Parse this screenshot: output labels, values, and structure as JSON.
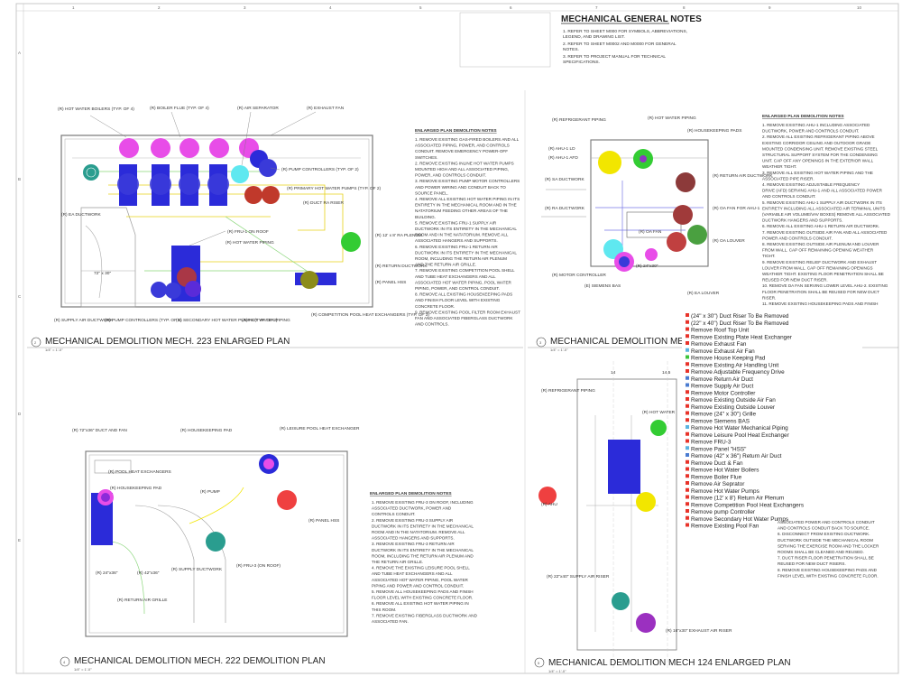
{
  "general_notes": {
    "title": "MECHANICAL GENERAL NOTES",
    "items": [
      "1.  REFER TO SHEET M000 FOR SYMBOLS, ABBREVIATIONS,",
      "     LEGEND, AND DRAWING LIST.",
      "2.  REFER TO SHEET M0002 AND M0000 FOR GENERAL",
      "     NOTES.",
      "3.  REFER TO PROJECT MANUAL FOR TECHNICAL",
      "     SPECIFICATIONS."
    ]
  },
  "plans": {
    "p223": {
      "title": "MECHANICAL DEMOLITION MECH. 223 ENLARGED PLAN",
      "number": "2",
      "scale": "1/4\" = 1'-0\""
    },
    "p_right": {
      "title": "MECHANICAL DEMOLITION MECH",
      "number": "3",
      "scale": "1/4\" = 1'-0\""
    },
    "p222": {
      "title": "MECHANICAL DEMOLITION MECH. 222 DEMOLITION PLAN",
      "number": "4",
      "scale": "1/4\" = 1'-0\""
    },
    "p124": {
      "title": "MECHANICAL DEMOLITION MECH 124 ENLARGED PLAN",
      "number": "5",
      "scale": "1/4\" = 1'-0\""
    }
  },
  "demo_notes_223": {
    "title": "ENLARGED PLAN DEMOLITION NOTES",
    "items": [
      "1.  REMOVE EXISTING GAS-FIRED BOILERS AND ALL",
      "     ASSOCIATED PIPING, POWER, AND CONTROLS",
      "     CONDUIT. REMOVE EMERGENCY POWER-OFF",
      "     SWITCHES.",
      "2.  REMOVE EXISTING INLINE HOT WATER PUMPS",
      "     MOUNTED HIGH AND ALL ASSOCIATED PIPING,",
      "     POWER, AND CONTROLS CONDUIT.",
      "3.  REMOVE EXISTING PUMP MOTOR CONTROLLERS",
      "     AND POWER WIRING AND CONDUIT BACK TO",
      "     SOURCE PANEL.",
      "4.  REMOVE ALL EXISTING HOT WATER PIPING IN ITS",
      "     ENTIRETY IN THE MECHANICAL ROOM AND IN THE",
      "     NATATORIUM FEEDING OTHER AREAS OF THE",
      "     BUILDING.",
      "5.  REMOVE EXISTING FRU-1 SUPPLY AIR",
      "     DUCTWORK IN ITS ENTIRETY IN THE MECHANICAL",
      "     ROOM AND IN THE NATATORIUM. REMOVE ALL",
      "     ASSOCIATED HANGERS AND SUPPORTS.",
      "6.  REMOVE EXISTING FRU-1 RETURN AIR",
      "     DUCTWORK IN ITS ENTIRETY IN THE MECHANICAL",
      "     ROOM, INCLUDING THE RETURN AIR PLENUM",
      "     AND THE RETURN AIR GRILLE.",
      "7.  REMOVE EXISTING COMPETITION POOL SHELL",
      "     AND TUBE HEAT EXCHANGERS AND ALL",
      "     ASSOCIATED HOT WATER PIPING, POOL WATER",
      "     PIPING, POWER, AND CONTROL CONDUIT.",
      "8.  REMOVE ALL EXISTING HOUSEKEEPING PADS",
      "     AND FINISH FLOOR LEVEL WITH EXISTING",
      "     CONCRETE FLOOR.",
      "9.  REMOVE EXISTING POOL FILTER ROOM EXHAUST",
      "     FAN AND ASSOCIATED FIBERGLASS DUCTWORK",
      "     AND CONTROLS."
    ]
  },
  "demo_notes_right": {
    "title": "ENLARGED PLAN DEMOLITION NOTES",
    "items": [
      "1.  REMOVE EXISTING AHU-1 INCLUDING ASSOCIATED",
      "     DUCTWORK, POWER AND CONTROLS CONDUIT.",
      "2.  REMOVE ALL EXISTING REFRIGERANT PIPING ABOVE",
      "     EXISTING CORRIDOR CEILING AND OUTDOOR GRADE",
      "     MOUNTED CONDENSING UNIT. REMOVE EXISTING STEEL",
      "     STRUCTURAL SUPPORT SYSTEM FOR THE CONDENSING",
      "     UNIT. CAP OFF ANY OPENINGS IN THE EXTERIOR WALL",
      "     WEATHER TIGHT.",
      "3.  REMOVE ALL EXISTING HOT WATER PIPING AND THE",
      "     ASSOCIATED PIPE RISER.",
      "4.  REMOVE EXISTING ADJUSTABLE FREQUENCY",
      "     DRIVE (AFD) SERVING AHU-1 AND ALL ASSOCIATED POWER",
      "     AND CONTROLS CONDUIT.",
      "5.  REMOVE EXISTING AHU-1 SUPPLY AIR DUCTWORK IN ITS",
      "     ENTIRETY INCLUDING ALL ASSOCIATED AIR TERMINAL UNITS",
      "     (VARIABLE AIR VOLUME/VAV BOXES) REMOVE ALL ASSOCIATED",
      "     DUCTWORK HANGERS AND SUPPORTS.",
      "6.  REMOVE ALL EXISTING AHU-1 RETURN AIR DUCTWORK.",
      "7.  REMOVE EXISTING OUTSIDE AIR FAN AND ALL ASSOCIATED",
      "     POWER AND CONTROLS CONDUIT.",
      "8.  REMOVE EXISTING OUTSIDE AIR PLENUM AND LOUVER",
      "     FROM WALL. CAP OFF REMAINING OPENING WEATHER",
      "     TIGHT.",
      "9.  REMOVE EXISTING RELIEF DUCTWORK AND EXHAUST",
      "     LOUVER FROM WALL. CAP OFF REMAINING OPENINGS",
      "     WEATHER TIGHT. EXISTING FLOOR PENETRATION SHALL BE",
      "     REUSED FOR NEW DUCT RISER.",
      "10. REMOVE DA FAN SERVING LOWER LEVEL AHU-2. EXISTING",
      "     FLOOR PENETRATION SHALL BE REUSED FOR NEW DUCT",
      "     RISER.",
      "11. REMOVE EXISTING HOUSEKEEPING PADS AND FINISH"
    ]
  },
  "demo_notes_222": {
    "title": "ENLARGED PLAN DEMOLITION NOTES",
    "items": [
      "1.  REMOVE EXISTING FRU-3 ON ROOF, INCLUDING",
      "     ASSOCIATED DUCTWORK, POWER AND",
      "     CONTROLS CONDUIT.",
      "2.  REMOVE EXISTING FRU-3 SUPPLY AIR",
      "     DUCTWORK IN ITS ENTIRETY IN THE MECHANICAL",
      "     ROOM AND IN THE NATATORIUM. REMOVE ALL",
      "     ASSOCIATED HANGERS AND SUPPORTS.",
      "3.  REMOVE EXISTING FRU-3 RETURN AIR",
      "     DUCTWORK IN ITS ENTIRETY IN THE MECHANICAL",
      "     ROOM, INCLUDING THE RETURN AIR PLENUM AND",
      "     THE RETURN AIR GRILLE.",
      "4.  REMOVE THE EXISTING LEISURE POOL SHELL",
      "     AND TUBE HEAT EXCHANGERS AND ALL",
      "     ASSOCIATED HOT WATER PIPING, POOL WATER",
      "     PIPING AND POWER AND CONTROL CONDUIT.",
      "5.  REMOVE ALL HOUSEKEEPING PADS AND FINISH",
      "     FLOOR LEVEL WITH EXISTING CONCRETE FLOOR.",
      "6.  REMOVE ALL EXISTING HOT WATER PIPING IN",
      "     THIS ROOM.",
      "7.  REMOVE EXISTING FIBERGLASS DUCTWORK AND",
      "     ASSOCIATED FAN."
    ]
  },
  "demo_notes_124": {
    "items": [
      "     ASSOCIATED POWER AND CONTROLS CONDUIT",
      "     AND CONTROLS CONDUIT BACK TO SOURCE.",
      "6.  DISCONNECT FROM EXISTING DUCTWORK.",
      "     DUCTWORK OUTSIDE THE MECHANICAL ROOM",
      "     SERVING THE EXERCISE ROOM AND THE LOCKER",
      "     ROOMS SHALL BE CLEANED AND REUSED.",
      "7.  DUCT RISER FLOOR PENETRATION SHALL BE",
      "     REUSED FOR NEW DUCT RISERS.",
      "8.  REMOVE EXISTING HOUSEKEEPING PADS AND",
      "     FINISH LEVEL WITH EXISTING CONCRETE FLOOR."
    ]
  },
  "legend": {
    "items": [
      {
        "label": "(24\" x 30\") Duct Riser To Be Removed",
        "color": "#e8332a"
      },
      {
        "label": "(22\" x 40\") Duct Riser To Be Removed",
        "color": "#e8332a"
      },
      {
        "label": "Remove Roof Top Unit",
        "color": "#e8332a"
      },
      {
        "label": "Remove Existing Plate Heat Exchanger",
        "color": "#e8332a"
      },
      {
        "label": "Remove Exhaust Fan",
        "color": "#e8332a"
      },
      {
        "label": "Remove Exhaust Air Fan",
        "color": "#5ab4e0"
      },
      {
        "label": "Remove House Keeping Pad",
        "color": "#3cc43c"
      },
      {
        "label": "Remove Existing Air Handling Unit",
        "color": "#e8332a"
      },
      {
        "label": "Remove Adjustable Frequency Drive",
        "color": "#e8332a"
      },
      {
        "label": "Remove Return Air Duct",
        "color": "#4a7bd0"
      },
      {
        "label": "Remove Supply Air Duct",
        "color": "#4a7bd0"
      },
      {
        "label": "Remove Motor Controller",
        "color": "#e8332a"
      },
      {
        "label": "Remove Existing Outside Air Fan",
        "color": "#e8332a"
      },
      {
        "label": "Remove Existing Outside Louver",
        "color": "#e8332a"
      },
      {
        "label": "Remove (24\" x 30\") Grille",
        "color": "#e8332a"
      },
      {
        "label": "Remove Siemens BAS",
        "color": "#e8332a"
      },
      {
        "label": "Remove Hot Water Mechanical Piping",
        "color": "#5ab4e0"
      },
      {
        "label": "Remove Leisure Pool Heat Exchanger",
        "color": "#e8332a"
      },
      {
        "label": "Remove FRU-3",
        "color": "#e8332a"
      },
      {
        "label": "Remove Panel \"HSS\"",
        "color": "#5ab4e0"
      },
      {
        "label": "Remove (42\" x 36\") Return Air Duct",
        "color": "#4a7bd0"
      },
      {
        "label": "Remove Duct & Fan",
        "color": "#e8332a"
      },
      {
        "label": "Remove Hot Water Boilers",
        "color": "#e8332a"
      },
      {
        "label": "Remove Boiler Flue",
        "color": "#e8332a"
      },
      {
        "label": "Remove Air Seprator",
        "color": "#e8332a"
      },
      {
        "label": "Remove Hot Water Pumps",
        "color": "#e8332a"
      },
      {
        "label": "Remove (12' x 8') Return Air Plenum",
        "color": "#e8332a"
      },
      {
        "label": "Remove Competition Pool Heat Exchangers",
        "color": "#e8332a"
      },
      {
        "label": "Remove pump Controller",
        "color": "#e8332a"
      },
      {
        "label": "Remove Secondary Hot Water Pumps",
        "color": "#e8332a"
      },
      {
        "label": "Remove Existing Pool Fan",
        "color": "#e8332a"
      }
    ]
  },
  "labels_223": {
    "hw_boilers": "(R) HOT WATER BOILERS (TYP. OF 4)",
    "boiler_flue": "(R) BOILER FLUE (TYP. OF 4)",
    "air_sep": "(R) AIR SEPARATOR",
    "exhaust_fan": "(R) EXHAUST FAN",
    "ea_duct": "(R) EA DUCTWORK",
    "pump_ctrl_r": "(R) PUMP CONTROLLERS (TYP. OF 2)",
    "primary_pumps": "(R) PRIMARY HOT WATER PUMPS (TYP. OF 2)",
    "duct_riser": "(R) DUCT RA RISER",
    "fru1": "(R) FRU-1 ON ROOF",
    "hw_piping": "(R) HOT WATER PIPING",
    "ra_plenum": "(R) 12' x 8' RA PLENUM",
    "return_duct": "(R) RETURN DUCTWORK",
    "panel": "(R) PANEL HSS",
    "comp_hx": "(R) COMPETITION POOL HEAT EXCHANGERS (TYP. OF 3)",
    "hw_piping2": "(R) HOT WATER PIPING",
    "secondary_pumps": "(R) SECONDARY HOT WATER PUMPS (TYP. OF 2)",
    "pump_ctrl_l": "(R) PUMP CONTROLLERS (TYP. OF 2)",
    "supply_duct": "(R) SUPPLY AIR DUCTWORK",
    "dim": "72\" x 30\""
  },
  "labels_right": {
    "refrig": "(R) REFRIGERANT PIPING",
    "hw_pipe": "(R) HOT WATER PIPING",
    "hk_pad": "(R) HOUSEKEEPING PADS",
    "ahu1ld": "(R) AHU-1 LD",
    "ahu1afd": "(R) AHU-1 AFD",
    "sa_duct": "(R) SA DUCTWORK",
    "ra_duct": "(R) RA DUCTWORK",
    "return_air": "(R) RETURN AIR DUCTWORK",
    "oa_fan": "(R) OA FAN FOR AHU-1",
    "oa_louver": "(R) OA LOUVER",
    "oa_fan2": "(R) OA FAN",
    "motor_ctrl": "(R) MOTOR CONTROLLER",
    "siemens": "(E) SIEMENS BAS",
    "dim": "(R) 24\"x30\"",
    "louver": "(R) EA LOUVER"
  },
  "labels_222": {
    "dim_duct": "(R) 72\"x36\" DUCT AND FAN",
    "hk_pad": "(R) HOUSEKEEPING PAD",
    "leisure": "(R) LEISURE POOL HEAT EXCHANGER",
    "pool_hx": "(R) POOL HEAT EXCHANGERS",
    "hk_pad2": "(R) HOUSEKEEPING PAD",
    "pump": "(R) PUMP",
    "panel": "(R) PANEL HSS",
    "ra_grille": "(R) RETURN AIR GRILLE",
    "dim1": "(R) 24\"x36\"",
    "dim2": "(R) 42\"x36\"",
    "supply": "(R) SUPPLY DUCTWORK",
    "fru3": "(R) FRU-3 (ON ROOF)"
  },
  "labels_124": {
    "refrig": "(R) REFRIGERANT PIPING",
    "hw": "(R) HOT WATER",
    "ahu": "(R) AHU",
    "supply_riser": "(R) 22\"x40\" SUPPLY AIR RISER",
    "exhaust_riser": "(R) 16\"x30\" EXHAUST AIR RISER",
    "grid14": "14",
    "grid145": "14.5"
  },
  "grid": {
    "cols": [
      "1",
      "2",
      "3",
      "4",
      "5",
      "6",
      "7",
      "8",
      "9",
      "10"
    ],
    "rows": [
      "A",
      "B",
      "C",
      "D",
      "E"
    ]
  },
  "colors": {
    "magenta": "#e84de8",
    "blue": "#2b2bd9",
    "cyan": "#5fe8f0",
    "red": "#c0392b",
    "green": "#33cc33",
    "olive": "#8c8c1a",
    "yellow": "#f2e600",
    "teal": "#2a9d8f",
    "purple": "#9b30c0"
  }
}
